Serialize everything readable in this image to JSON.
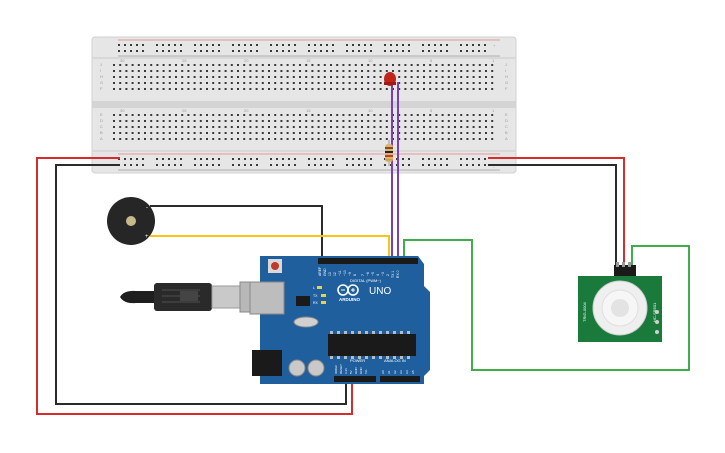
{
  "breadboard": {
    "column_labels": [
      "30",
      "25",
      "20",
      "15",
      "10",
      "5",
      "1"
    ],
    "row_labels_top": [
      "J",
      "I",
      "H",
      "G",
      "F"
    ],
    "row_labels_bottom": [
      "E",
      "D",
      "C",
      "B",
      "A"
    ],
    "rail_plus": "+",
    "rail_minus": "-"
  },
  "arduino": {
    "brand": "ARDUINO",
    "model": "UNO",
    "digital_header": "DIGITAL (PWM~)",
    "power_header": "POWER",
    "analog_header": "ANALOG IN",
    "pin_aref": "AREF",
    "pin_gnd": "GND",
    "pin_13": "13",
    "pin_12": "12",
    "pin_11": "~11",
    "pin_10": "~10",
    "pin_9": "~9",
    "pin_8": "8",
    "pin_7": "7",
    "pin_6": "~6",
    "pin_5": "~5",
    "pin_4": "4",
    "pin_3": "~3",
    "pin_2": "2",
    "pin_tx": "TX 1",
    "pin_rx": "RX 0",
    "led_l": "L",
    "led_tx": "TX",
    "led_rx": "RX",
    "power_pins": [
      "IOREF",
      "RESET",
      "3.3V",
      "5V",
      "GND",
      "GND",
      "Vin"
    ],
    "analog_pins": [
      "A0",
      "A1",
      "A2",
      "A3",
      "A4",
      "A5"
    ]
  },
  "pir": {
    "label_left": "TRIG-0004",
    "label_right": "HC-SR501"
  },
  "buzzer": {
    "minus": "-",
    "plus": "+"
  },
  "colors": {
    "wire_red": "#d62c2c",
    "wire_black": "#2b2b2b",
    "wire_yellow": "#f5c518",
    "wire_purple": "#7b3fb5",
    "wire_green": "#3fae49",
    "board_blue": "#1f5f9e",
    "pir_green": "#1a7a3c"
  }
}
